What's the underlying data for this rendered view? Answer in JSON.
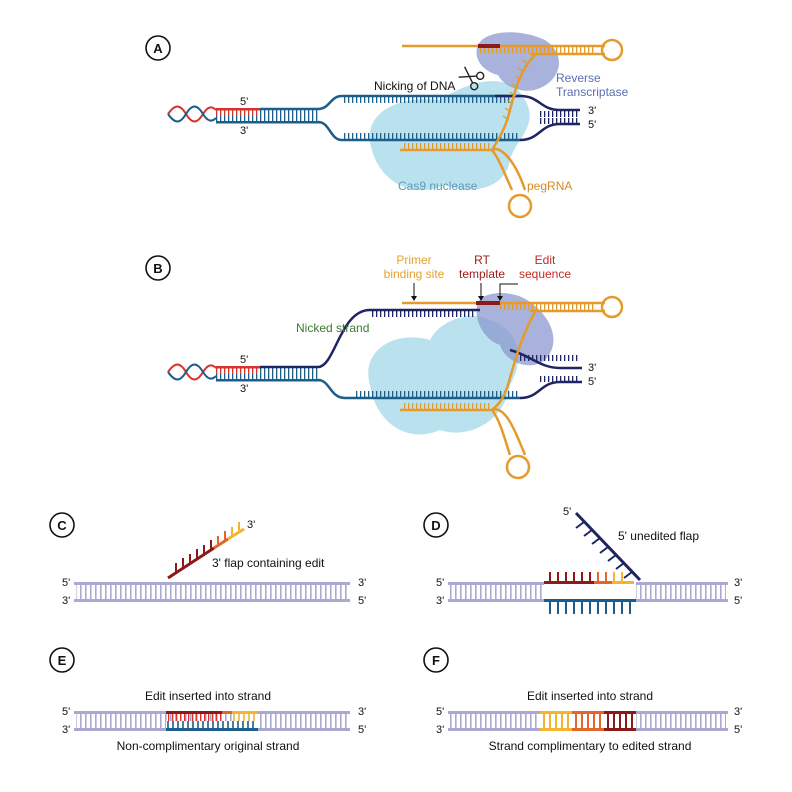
{
  "panels": {
    "a": {
      "label": "A",
      "nicking": "Nicking of DNA",
      "rt_line1": "Reverse",
      "rt_line2": "Transcriptase",
      "cas9": "Cas9 nuclease",
      "pegrna": "pegRNA",
      "end5_left": "5'",
      "end3_left": "3'",
      "end3_right": "3'",
      "end5_right": "5'"
    },
    "b": {
      "label": "B",
      "pbs_line1": "Primer",
      "pbs_line2": "binding site",
      "rt_line1": "RT",
      "rt_line2": "template",
      "edit_line1": "Edit",
      "edit_line2": "sequence",
      "nicked": "Nicked strand",
      "end5_left": "5'",
      "end3_left": "3'",
      "end3_right": "3'",
      "end5_right": "5'"
    },
    "c": {
      "label": "C",
      "caption": "3' flap containing edit",
      "flap_end": "3'",
      "top5": "5'",
      "top3": "3'",
      "bot3": "3'",
      "bot5": "5'"
    },
    "d": {
      "label": "D",
      "caption": "5' unedited flap",
      "flap_end": "5'",
      "top5": "5'",
      "top3": "3'",
      "bot3": "3'",
      "bot5": "5'"
    },
    "e": {
      "label": "E",
      "top_caption": "Edit inserted into strand",
      "bottom_caption": "Non-complimentary original strand",
      "top5": "5'",
      "top3": "3'",
      "bot3": "3'",
      "bot5": "5'"
    },
    "f": {
      "label": "F",
      "top_caption": "Edit inserted into strand",
      "bottom_caption": "Strand complimentary to edited strand",
      "top5": "5'",
      "top3": "3'",
      "bot3": "3'",
      "bot5": "5'"
    }
  },
  "colors": {
    "dna_blue": "#1c5d8a",
    "dna_navy": "#1f2463",
    "dna_red": "#d8332b",
    "dna_dark_red": "#8b1a1a",
    "rna_orange": "#e49b2c",
    "edit_yellow": "#f2b431",
    "edit_orange": "#e3662a",
    "strand_lavender": "#a9a9d1",
    "cas9_blue": "#a9d9ea",
    "rt_purple": "#8b98cf",
    "nicked_green": "#3f7a2c"
  }
}
